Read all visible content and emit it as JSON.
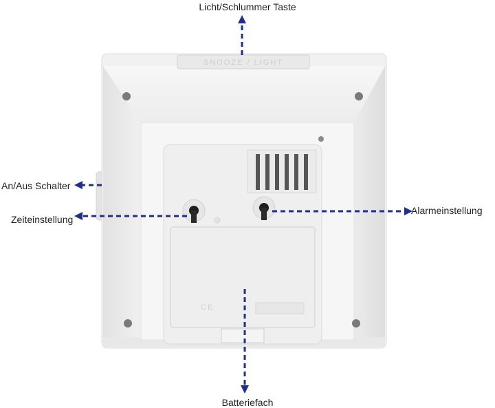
{
  "labels": {
    "light_snooze": "Licht/Schlummer Taste",
    "power_switch": "An/Aus Schalter",
    "time_setting": "Zeiteinstellung",
    "alarm_setting": "Alarmeinstellung",
    "battery_compartment": "Batteriefach"
  },
  "product": {
    "snooze_button_text": "SNOOZE / LIGHT",
    "compartment_mark": "CE"
  },
  "colors": {
    "arrow": "#1f2f8f",
    "housing": "#f1f1f1"
  }
}
